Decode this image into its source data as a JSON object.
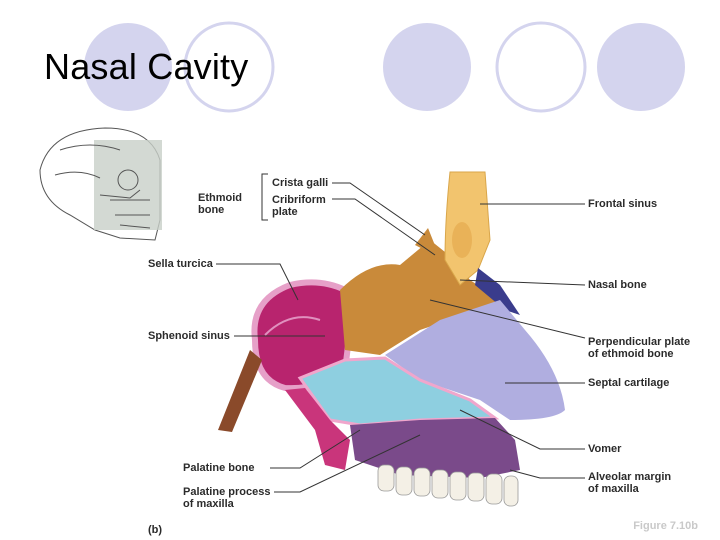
{
  "slide": {
    "title": "Nasal Cavity",
    "figure_caption": "Figure 7.10b",
    "panel_label": "(b)"
  },
  "labels": {
    "ethmoid_bone": "Ethmoid\nbone",
    "crista_galli": "Crista galli",
    "cribriform_plate": "Cribriform\nplate",
    "sella_turcica": "Sella turcica",
    "sphenoid_sinus": "Sphenoid sinus",
    "palatine_bone": "Palatine bone",
    "palatine_process": "Palatine process\nof maxilla",
    "frontal_sinus": "Frontal sinus",
    "nasal_bone": "Nasal bone",
    "perpendicular_plate": "Perpendicular plate\nof ethmoid bone",
    "septal_cartilage": "Septal cartilage",
    "vomer": "Vomer",
    "alveolar_margin": "Alveolar margin\nof maxilla"
  },
  "colors": {
    "circle_fill": "#d4d4ee",
    "circle_stroke": "#ffffff",
    "sphenoid": "#b8246e",
    "ethmoid": "#c98a3a",
    "frontal": "#f2c46e",
    "nasal_bone": "#3a3c8c",
    "septal_cartilage": "#b0aee0",
    "vomer_area": "#8ecfe0",
    "maxilla": "#7a4a8a",
    "palatine": "#c9357b",
    "teeth": "#f4f0e6"
  }
}
